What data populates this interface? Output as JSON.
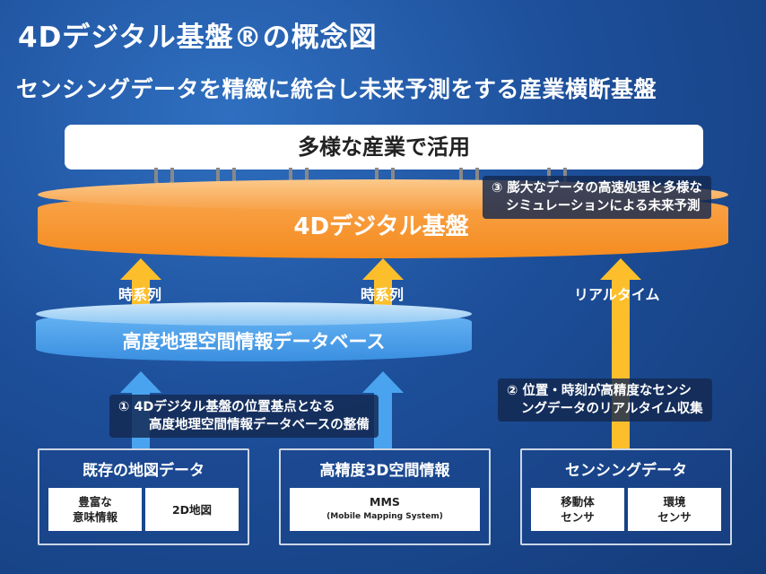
{
  "title": "4Dデジタル基盤®の概念図",
  "subtitle": "センシングデータを精緻に統合し未来予測をする産業横断基盤",
  "industry_box": "多様な産業で活用",
  "platform": "4Dデジタル基盤",
  "database": "高度地理空間情報データベース",
  "arrows": {
    "left": "時系列",
    "middle": "時系列",
    "right": "リアルタイム"
  },
  "notes": {
    "note3_line1": "③ 膨大なデータの高速処理と多様な",
    "note3_line2": "シミュレーションによる未来予測",
    "note2_line1": "② 位置・時刻が高精度なセンシ",
    "note2_line2": "ングデータのリアルタイム収集",
    "note1_line1": "① 4Dデジタル基盤の位置基点となる",
    "note1_line2": "高度地理空間情報データベースの整備"
  },
  "sources": [
    {
      "title": "既存の地図データ",
      "cells": [
        "豊富な\n意味情報",
        "2D地図"
      ]
    },
    {
      "title": "高精度3D空間情報",
      "cells": [
        "MMS"
      ],
      "cell_sub": "(Mobile Mapping System)"
    },
    {
      "title": "センシングデータ",
      "cells": [
        "移動体\nセンサ",
        "環境\nセンサ"
      ]
    }
  ],
  "colors": {
    "background": "#1d4f9a",
    "platform": "#f7941d",
    "database": "#4aa3ee",
    "arrow": "#fcbf2b",
    "note_bg": "#142850"
  }
}
